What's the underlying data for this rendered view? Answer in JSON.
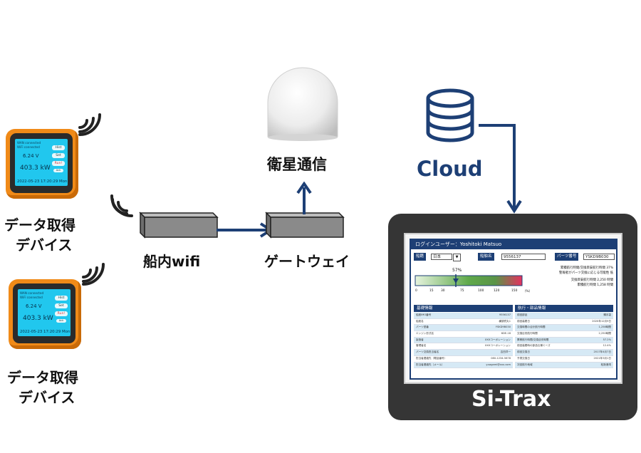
{
  "labels": {
    "device_label_line1": "データ取得",
    "device_label_line2": "デバイス",
    "wifi_label": "船内wifi",
    "gateway_label": "ゲートウェイ",
    "satellite_label": "衛星通信",
    "cloud_label": "Cloud",
    "product_label": "Si-Trax"
  },
  "device_screen": {
    "line1": "WAN connected",
    "line2": "WiFi connected",
    "value1": "6.24  V",
    "value2": "403.3 kW",
    "timestamp": "2022-05-23 17:20:29 Mon",
    "btn_top": "Hist",
    "btn_mid": "Set",
    "btn_red": "Run!",
    "btn_small": "Ack"
  },
  "app": {
    "header": "ログインユーザー：Yoshitoki Matsuo",
    "field_nation_label": "船籍",
    "field_nation_value": "日本",
    "field_name_label": "船舶名",
    "field_name_value": "9556137",
    "field_part_label": "パーツ番号",
    "field_part_value": "YSKD9B030",
    "gauge_percent": "57%",
    "gauge_value": 57,
    "gauge_ticks": [
      "0",
      "15",
      "30",
      "75",
      "100",
      "120",
      "150",
      "（%）"
    ],
    "stats": [
      "累積航行時間/交換目安航行時間  37%",
      "警報者がパーツ交換に応じる可能性  低",
      "交換目安航行時間  2,250 時間",
      "累積航行時間  1,258 時間"
    ],
    "section_left": "基礎情報",
    "section_right": "航行・部品情報",
    "left_rows": [
      [
        "船舶IMO番号",
        "9556137"
      ],
      [
        "船舶名",
        "横須賀丸1"
      ],
      [
        "パーツ型番",
        "YSKD9B030"
      ],
      [
        "エンジン形式名",
        "6DE-18"
      ],
      [
        "製造者",
        "XXXコーポレーション"
      ],
      [
        "管理者名",
        "XXXコーポレーション"
      ],
      [
        "パーツ交換担当者名",
        "吉田洋一"
      ],
      [
        "担当者連絡先（電話番号）",
        "080-1234-5678"
      ],
      [
        "担当者連絡先（メール）",
        "y.sagami@xxx.com"
      ]
    ],
    "right_rows": [
      [
        "前回部品",
        "錆手袋"
      ],
      [
        "前回装着日",
        "2020年12月9日"
      ],
      [
        "交換時間の合計航行時間",
        "1,258時間"
      ],
      [
        "交換目安航行時間",
        "2,250時間"
      ],
      [
        "累積航行時間/交換目安時間",
        "57.2%"
      ],
      [
        "前回装着時の部品仕様ミーズ",
        "12.4%"
      ],
      [
        "前回交換日",
        "2017年4月7日"
      ],
      [
        "予測交換日",
        "2021年3月1日"
      ],
      [
        "次回航行地域",
        "松阪港湾"
      ]
    ]
  },
  "colors": {
    "navy": "#1d3f75",
    "device_orange": "#f08a18",
    "device_screen": "#21c7ee",
    "monitor": "#353535"
  }
}
